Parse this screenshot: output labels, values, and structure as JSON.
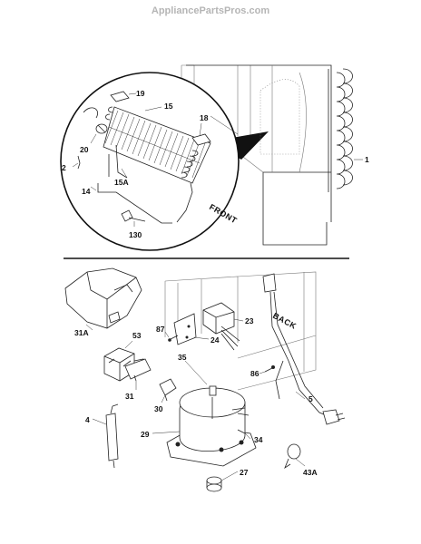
{
  "watermark": "AppliancePartsPros.com",
  "orientation_label": {
    "front": "FRONT",
    "back": "BACK"
  },
  "top_section": {
    "callouts": [
      "19",
      "15",
      "18",
      "20",
      "2",
      "15A",
      "14",
      "130",
      "1"
    ]
  },
  "bottom_section": {
    "callouts": [
      "31A",
      "53",
      "87",
      "24",
      "23",
      "35",
      "86",
      "31",
      "30",
      "5",
      "4",
      "29",
      "34",
      "27",
      "43A"
    ]
  }
}
